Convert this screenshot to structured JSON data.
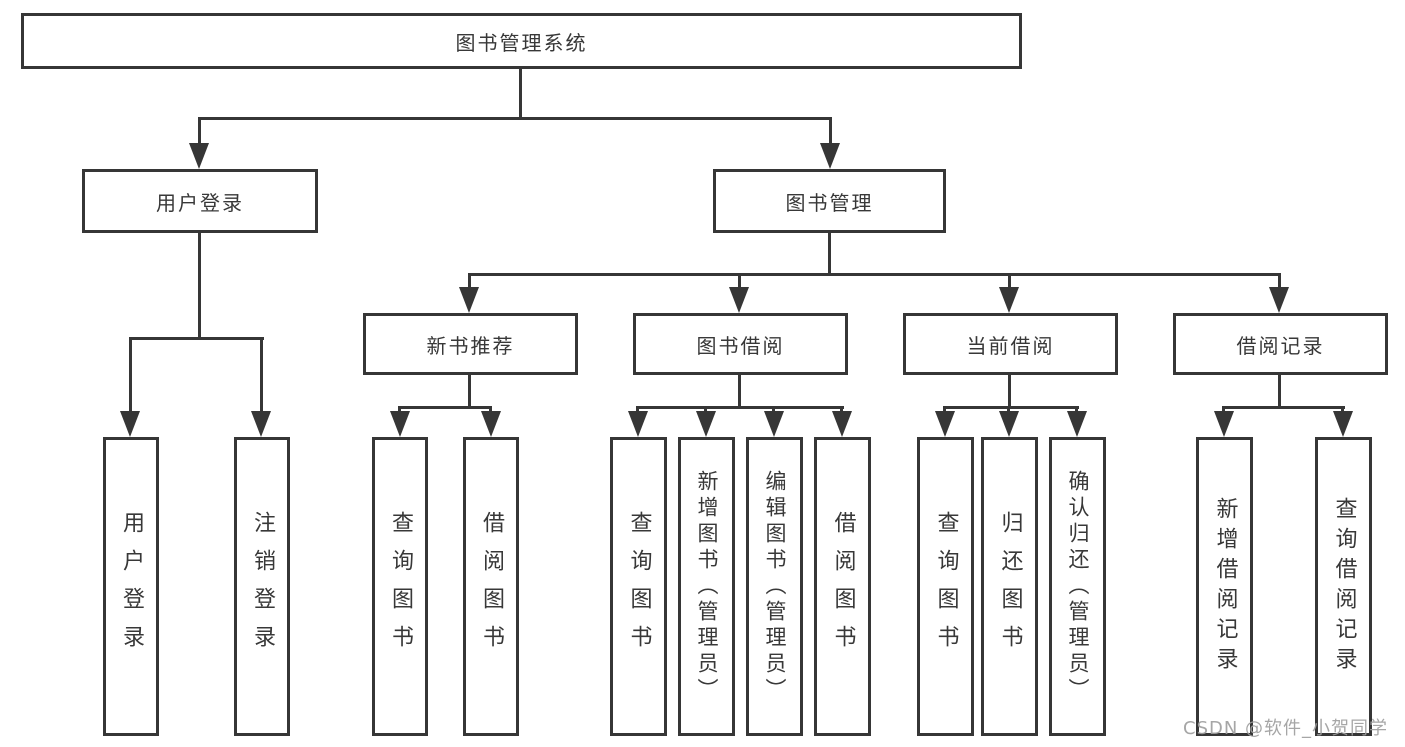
{
  "title": "图书管理系统",
  "watermark": "CSDN @软件_小贺同学",
  "colors": {
    "line": "#363636",
    "box_border": "#363636",
    "box_background": "#ffffff",
    "text": "#383838",
    "watermark_text": "#9e9e9e"
  },
  "tree": {
    "label": "图书管理系统",
    "children": [
      {
        "label": "用户登录",
        "children": [
          {
            "label": "用户登录"
          },
          {
            "label": "注销登录"
          }
        ]
      },
      {
        "label": "图书管理",
        "children": [
          {
            "label": "新书推荐",
            "children": [
              {
                "label": "查询图书"
              },
              {
                "label": "借阅图书"
              }
            ]
          },
          {
            "label": "图书借阅",
            "children": [
              {
                "label": "查询图书"
              },
              {
                "label": "新增图书（管理员）"
              },
              {
                "label": "编辑图书（管理员）"
              },
              {
                "label": "借阅图书"
              }
            ]
          },
          {
            "label": "当前借阅",
            "children": [
              {
                "label": "查询图书"
              },
              {
                "label": "归还图书"
              },
              {
                "label": "确认归还（管理员）"
              }
            ]
          },
          {
            "label": "借阅记录",
            "children": [
              {
                "label": "新增借阅记录"
              },
              {
                "label": "查询借阅记录"
              }
            ]
          }
        ]
      }
    ]
  }
}
